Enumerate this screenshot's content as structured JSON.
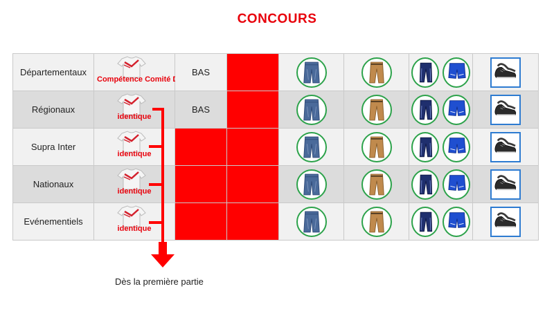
{
  "page": {
    "title": "CONCOURS",
    "note": "Dès la première partie"
  },
  "rows": [
    {
      "label": "Départementaux",
      "shirt_text": "Compétence Comité Départemental",
      "bas": "BAS"
    },
    {
      "label": "Régionaux",
      "shirt_text": "identique",
      "bas": "BAS"
    },
    {
      "label": "Supra Inter",
      "shirt_text": "identique"
    },
    {
      "label": "Nationaux",
      "shirt_text": "identique"
    },
    {
      "label": "Evénementiels",
      "shirt_text": "identique"
    }
  ],
  "colors": {
    "accent_red": "#e8000b",
    "circle_green": "#2ca24a",
    "square_blue": "#2d7bd1",
    "row_light": "#f1f1f1",
    "row_dark": "#dcdcdc"
  },
  "icons": [
    "tshirt-icon",
    "jeans-icon",
    "chino-pants-icon",
    "track-pants-icon",
    "shorts-icon",
    "sneakers-icon",
    "arrow-down-icon"
  ]
}
